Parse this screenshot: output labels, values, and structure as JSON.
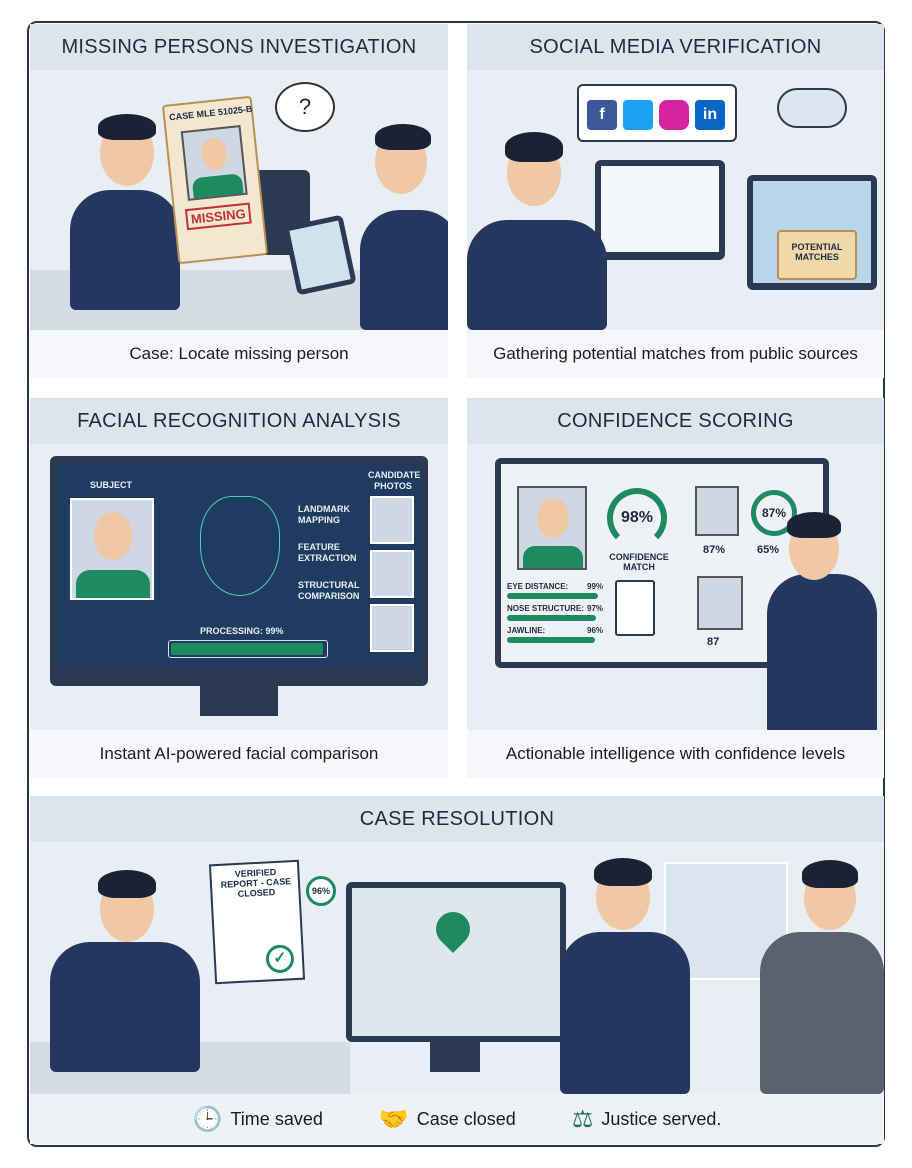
{
  "panels": [
    {
      "title": "MISSING PERSONS INVESTIGATION",
      "caption": "Case: Locate missing person",
      "case_label": "CASE MLE 51025-B",
      "stamp": "MISSING"
    },
    {
      "title": "SOCIAL MEDIA VERIFICATION",
      "caption": "Gathering potential matches from public sources",
      "folder_label": "POTENTIAL MATCHES",
      "social_icons": [
        "facebook-icon",
        "twitter-icon",
        "instagram-icon",
        "linkedin-icon"
      ]
    },
    {
      "title": "FACIAL RECOGNITION ANALYSIS",
      "caption": "Instant AI-powered facial comparison",
      "subject": "SUBJECT",
      "candidates": "CANDIDATE PHOTOS",
      "steps": [
        "LANDMARK MAPPING",
        "FEATURE EXTRACTION",
        "STRUCTURAL COMPARISON"
      ],
      "processing": "PROCESSING: 99%",
      "progress": 99
    },
    {
      "title": "CONFIDENCE SCORING",
      "caption": "Actionable intelligence with confidence levels",
      "main_score": "98%",
      "main_score_value": 98,
      "main_label": "CONFIDENCE MATCH",
      "metrics": [
        {
          "label": "EYE DISTANCE:",
          "value": "99%",
          "pct": 99
        },
        {
          "label": "NOSE STRUCTURE:",
          "value": "97%",
          "pct": 97
        },
        {
          "label": "JAWLINE:",
          "value": "96%",
          "pct": 96
        }
      ],
      "side_scores": [
        "87%",
        "87%",
        "65%",
        "87"
      ]
    },
    {
      "title": "CASE RESOLUTION",
      "report_title": "VERIFIED REPORT - CASE CLOSED",
      "report_score": "96%"
    }
  ],
  "footer": [
    {
      "icon": "clock-icon",
      "label": "Time saved"
    },
    {
      "icon": "handshake-icon",
      "label": "Case closed"
    },
    {
      "icon": "scales-icon",
      "label": "Justice served."
    }
  ],
  "colors": {
    "navy": "#1e2a44",
    "green": "#1d8a5f",
    "suit": "#23375f"
  }
}
